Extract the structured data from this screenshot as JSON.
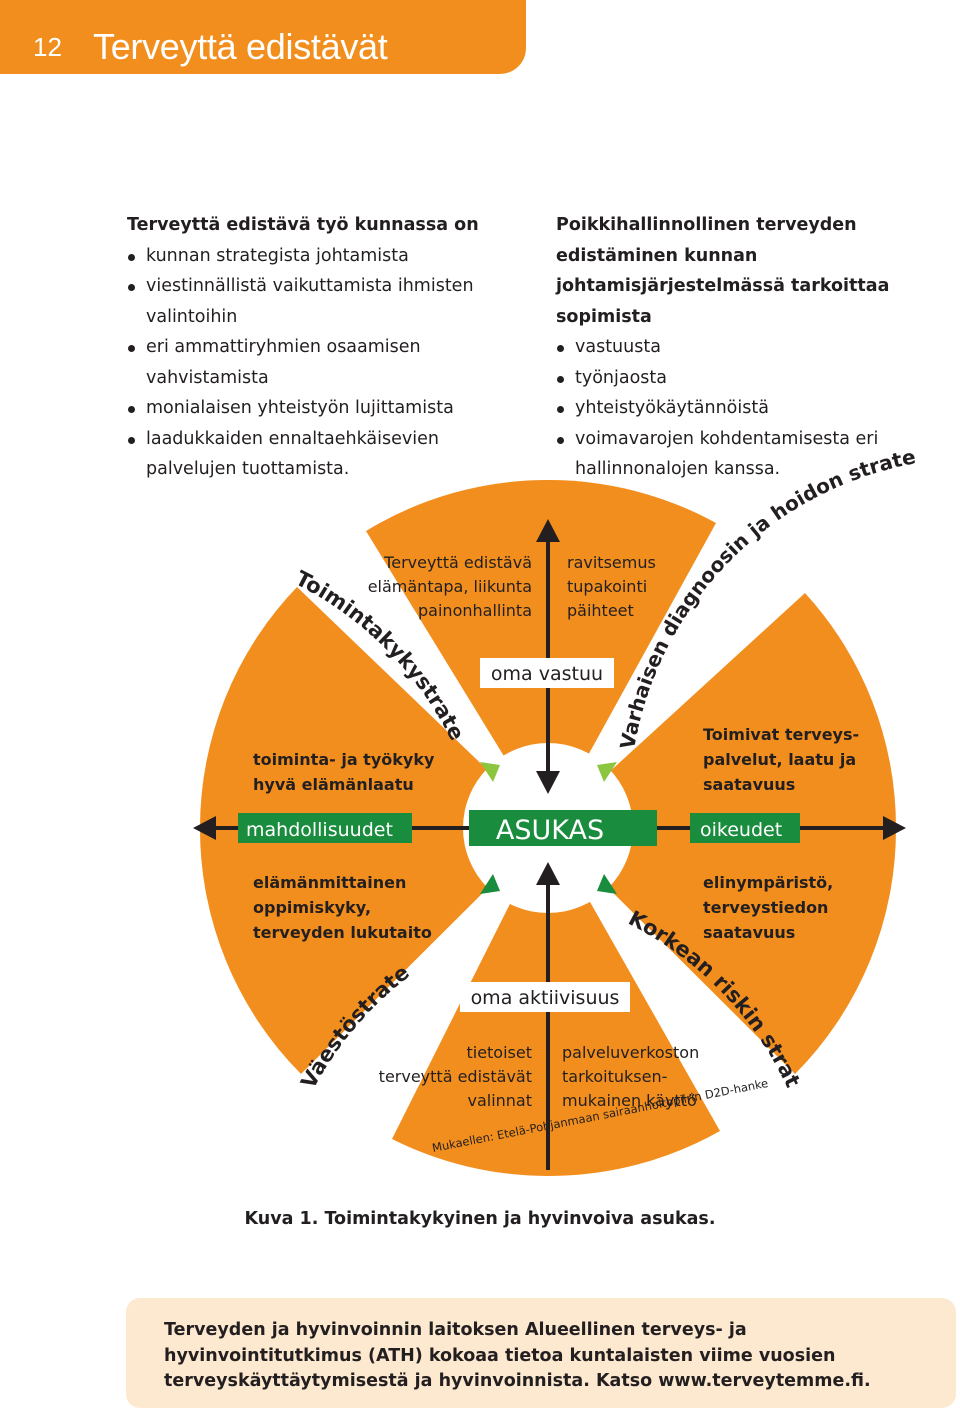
{
  "header": {
    "page_number": "12",
    "title": "Terveyttä edistävät rakenteet"
  },
  "left_column": {
    "heading": "Terveyttä edistävä työ kunnassa on",
    "items": [
      "kunnan strategista johtamista",
      "viestinnällistä vaikuttamista ihmisten valintoihin",
      "eri ammattiryhmien osaamisen vahvistamista",
      "monialaisen yhteistyön lujittamista",
      "laadukkaiden ennaltaehkäisevien palvelujen tuottamista."
    ]
  },
  "right_column": {
    "heading": "Poikkihallinnollinen terveyden edistäminen kunnan johtamisjärjestelmässä tarkoittaa sopimista",
    "items": [
      "vastuusta",
      "työnjaosta",
      "yhteistyökäytännöistä",
      "voimavarojen kohdentamisesta eri hallinnonalojen kanssa."
    ]
  },
  "diagram": {
    "strategies": {
      "top_left": "Toimintakykystrategia",
      "top_right": "Varhaisen diagnoosin ja hoidon strategia",
      "bottom_left": "Väestöstrategia",
      "bottom_right": "Korkean riskin strategia"
    },
    "center_label": "ASUKAS",
    "left_label": "mahdollisuudet",
    "right_label": "oikeudet",
    "top_label": "oma vastuu",
    "bottom_label": "oma aktiivisuus",
    "top_left_upper": [
      "Terveyttä edistävä",
      "elämäntapa, liikunta",
      "painonhallinta"
    ],
    "top_right_upper": [
      "ravitsemus",
      "tupakointi",
      "päihteet"
    ],
    "left_upper": [
      "toiminta- ja työkyky",
      "hyvä elämänlaatu"
    ],
    "right_upper": [
      "Toimivat terveys-",
      "palvelut, laatu ja",
      "saatavuus"
    ],
    "left_lower": [
      "elämänmittainen",
      "oppimiskyky,",
      "terveyden lukutaito"
    ],
    "right_lower": [
      "elinympäristö,",
      "terveystiedon",
      "saatavuus"
    ],
    "bottom_left_lower": [
      "tietoiset",
      "terveyttä edistävät",
      "valinnat"
    ],
    "bottom_right_lower": [
      "palveluverkoston",
      "tarkoituksen-",
      "mukainen käyttö"
    ],
    "source": "Mukaellen: Etelä-Pohjanmaan sairaanhoitopiirin D2D-hanke",
    "colors": {
      "orange": "#f28e1d",
      "green": "#1a8c3d",
      "light_green": "#8cc63f",
      "dark": "#231f20"
    }
  },
  "caption": "Kuva 1. Toimintakykyinen ja hyvinvoiva asukas.",
  "footer": {
    "text": "Terveyden ja hyvinvoinnin laitoksen Alueellinen terveys- ja hyvinvointitutkimus (ATH) kokoaa tietoa kuntalaisten viime vuosien terveyskäyttäytymisestä ja hyvinvoinnista. Katso www.terveytemme.fi."
  }
}
